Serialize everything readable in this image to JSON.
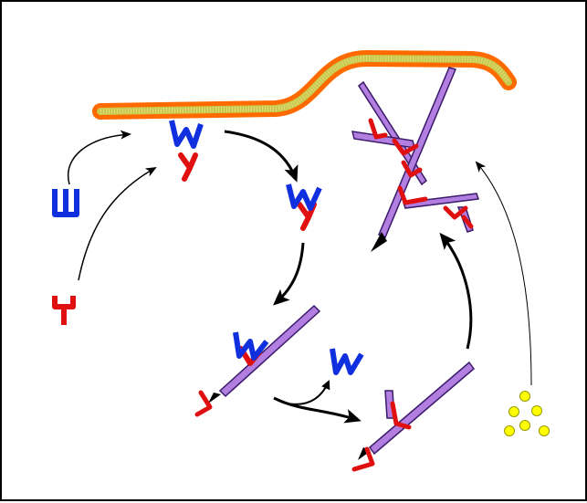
{
  "diagram": {
    "type": "actin-branching-schematic",
    "labels": [],
    "colors": {
      "frame": "#000000",
      "membrane_outer": "#ff6a00",
      "membrane_inner": "#c8c84a",
      "filament_fill": "#b27ee0",
      "filament_stroke": "#3a1a6a",
      "w_protein": "#1030e0",
      "y_protein": "#e01010",
      "arrow": "#000000",
      "monomer_fill": "#ffff00",
      "monomer_stroke": "#999900"
    },
    "icons": [
      "w-protein-icon",
      "y-protein-icon",
      "actin-filament",
      "membrane",
      "monomer-dot",
      "arrow"
    ]
  }
}
